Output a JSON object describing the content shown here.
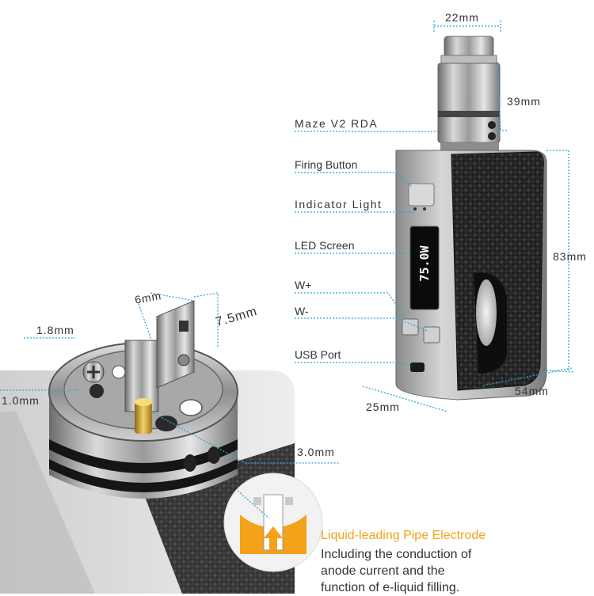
{
  "labels": {
    "rda": "Maze V2 RDA",
    "firing_button": "Firing Button",
    "indicator_light": "Indicator Light",
    "led_screen": "LED Screen",
    "w_plus": "W+",
    "w_minus": "W-",
    "usb_port": "USB Port"
  },
  "dimensions": {
    "top_diameter": "22mm",
    "rda_height": "39mm",
    "mod_height": "83mm",
    "mod_width": "54mm",
    "mod_depth": "25mm",
    "post_width": "6mm",
    "post_height": "7.5mm",
    "hole_a": "1.8mm",
    "hole_b": "1.0mm",
    "pin": "3.0mm"
  },
  "screen": {
    "wattage": "75.0W"
  },
  "electrode": {
    "title": "Liquid-leading Pipe Electrode",
    "description_lines": [
      "Including the conduction of",
      "anode current and the",
      "function of e-liquid filling."
    ]
  },
  "colors": {
    "accent_line": "#2aa7d8",
    "highlight": "#f3a21a"
  }
}
